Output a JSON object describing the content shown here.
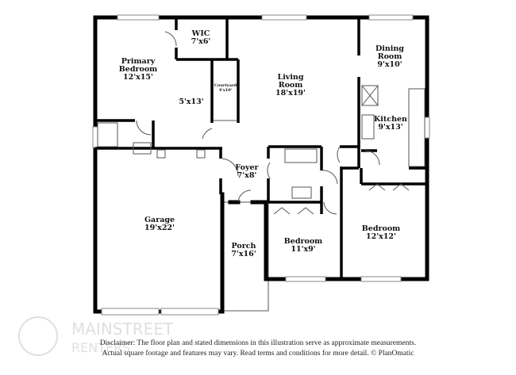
{
  "rooms": [
    {
      "name": "WIC",
      "size": "7'x6'"
    },
    {
      "name": "Primary Bedroom",
      "size": "12'x15'"
    },
    {
      "name": "",
      "size": "5'x13'"
    },
    {
      "name": "Courtyard",
      "size": "4'x10'"
    },
    {
      "name": "Living Room",
      "size": "18'x19'"
    },
    {
      "name": "Dining Room",
      "size": "9'x10'"
    },
    {
      "name": "Kitchen",
      "size": "9'x13'"
    },
    {
      "name": "Foyer",
      "size": "7'x8'"
    },
    {
      "name": "Garage",
      "size": "19'x22'"
    },
    {
      "name": "Porch",
      "size": "7'x16'"
    },
    {
      "name": "Bedroom",
      "size": "11'x9'"
    },
    {
      "name": "Bedroom",
      "size": "12'x12'"
    }
  ],
  "labels": {
    "wic_1": "WIC",
    "wic_2": "7'x6'",
    "primary_1": "Primary",
    "primary_2": "Bedroom",
    "primary_3": "12'x15'",
    "hall": "5'x13'",
    "court_1": "Courtyard",
    "court_2": "4'x10'",
    "living_1": "Living",
    "living_2": "Room",
    "living_3": "18'x19'",
    "dining_1": "Dining",
    "dining_2": "Room",
    "dining_3": "9'x10'",
    "kitchen_1": "Kitchen",
    "kitchen_2": "9'x13'",
    "foyer_1": "Foyer",
    "foyer_2": "7'x8'",
    "garage_1": "Garage",
    "garage_2": "19'x22'",
    "porch_1": "Porch",
    "porch_2": "7'x16'",
    "bed2_1": "Bedroom",
    "bed2_2": "11'x9'",
    "bed3_1": "Bedroom",
    "bed3_2": "12'x12'"
  },
  "watermark": {
    "line1": "MAINSTREET",
    "line2": "RENTERS"
  },
  "disclaimer": {
    "line1": "Disclaimer: The floor plan and stated dimensions in this illustration serve as approximate measurements.",
    "line2": "Actual square footage and features may vary. Read terms and conditions for more detail. © PlanOmatic"
  }
}
